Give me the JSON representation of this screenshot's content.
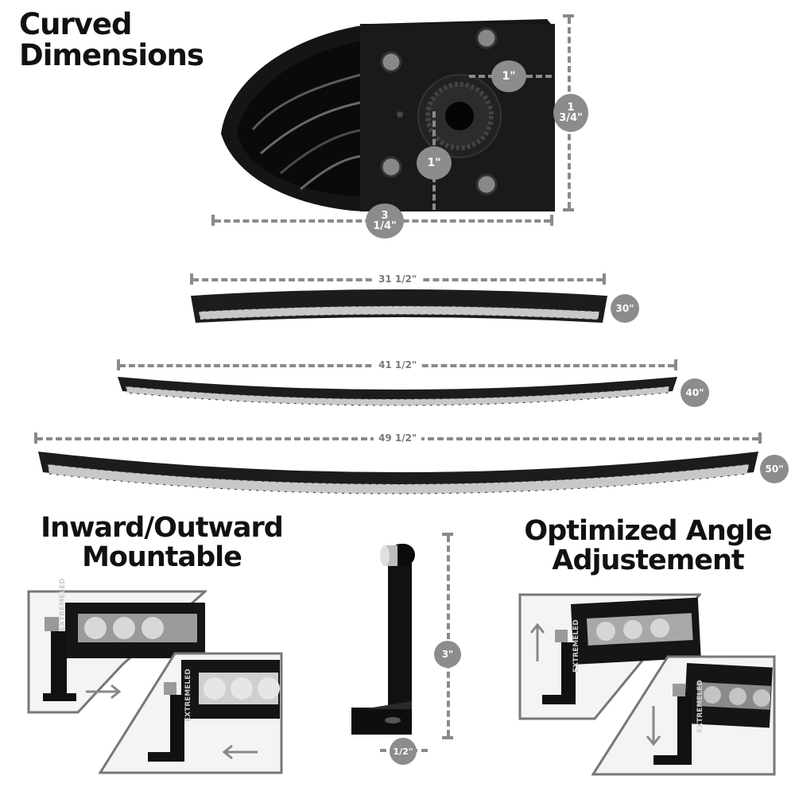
{
  "headings": {
    "curved": [
      "Curved",
      "Dimensions"
    ],
    "mount": [
      "Inward/Outward",
      "Mountable"
    ],
    "angle": [
      "Optimized Angle",
      "Adjustement"
    ]
  },
  "bracket_dims": {
    "top_offset": "1\"",
    "left_offset": "1\"",
    "height": [
      "1",
      "3/4\""
    ],
    "width": [
      "3",
      "1/4\""
    ]
  },
  "bars": [
    {
      "length": "31 1/2\"",
      "size": "30\""
    },
    {
      "length": "41 1/2\"",
      "size": "40\""
    },
    {
      "length": "49 1/2\"",
      "size": "50\""
    }
  ],
  "l_bracket_dims": {
    "height": "3\"",
    "width": "1/2\""
  },
  "brand_text": "EXTREMELED",
  "colors": {
    "badge": "#8c8c8c",
    "dash": "#8a8a8a",
    "bar": "#1c1c1c",
    "panel_border": "#777777"
  }
}
